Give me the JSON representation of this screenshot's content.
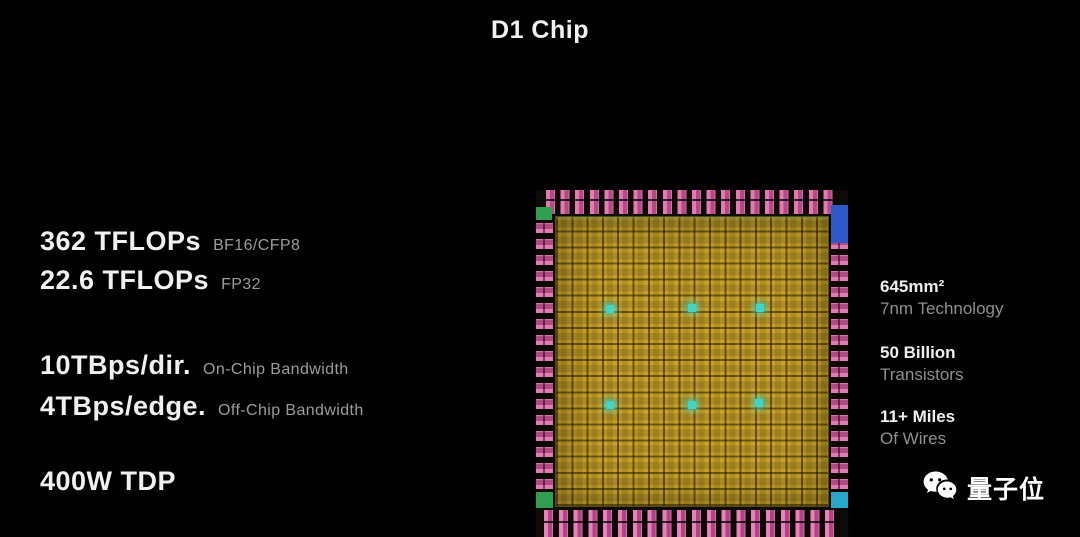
{
  "title": "D1 Chip",
  "left_stats": [
    {
      "value": "362 TFLOPs",
      "label": "BF16/CFP8"
    },
    {
      "value": "22.6 TFLOPs",
      "label": "FP32"
    },
    {
      "value": "10TBps/dir.",
      "label": "On-Chip Bandwidth"
    },
    {
      "value": "4TBps/edge.",
      "label": "Off-Chip Bandwidth"
    },
    {
      "value": "400W TDP",
      "label": ""
    }
  ],
  "right_stats": [
    {
      "value": "645mm²",
      "label": "7nm Technology"
    },
    {
      "value": "50 Billion",
      "label": "Transistors"
    },
    {
      "value": "11+ Miles",
      "label": "Of Wires"
    }
  ],
  "chip": {
    "description": "D1 chip die shot",
    "colors": {
      "die_gold": "#c8a22a",
      "io_pads_pink": "#d96ba8",
      "corner_green": "#2e9e4f",
      "corner_blue": "#2f58c8",
      "hotspot_cyan": "#3fd6c8"
    }
  },
  "watermark": {
    "text": "量子位"
  }
}
